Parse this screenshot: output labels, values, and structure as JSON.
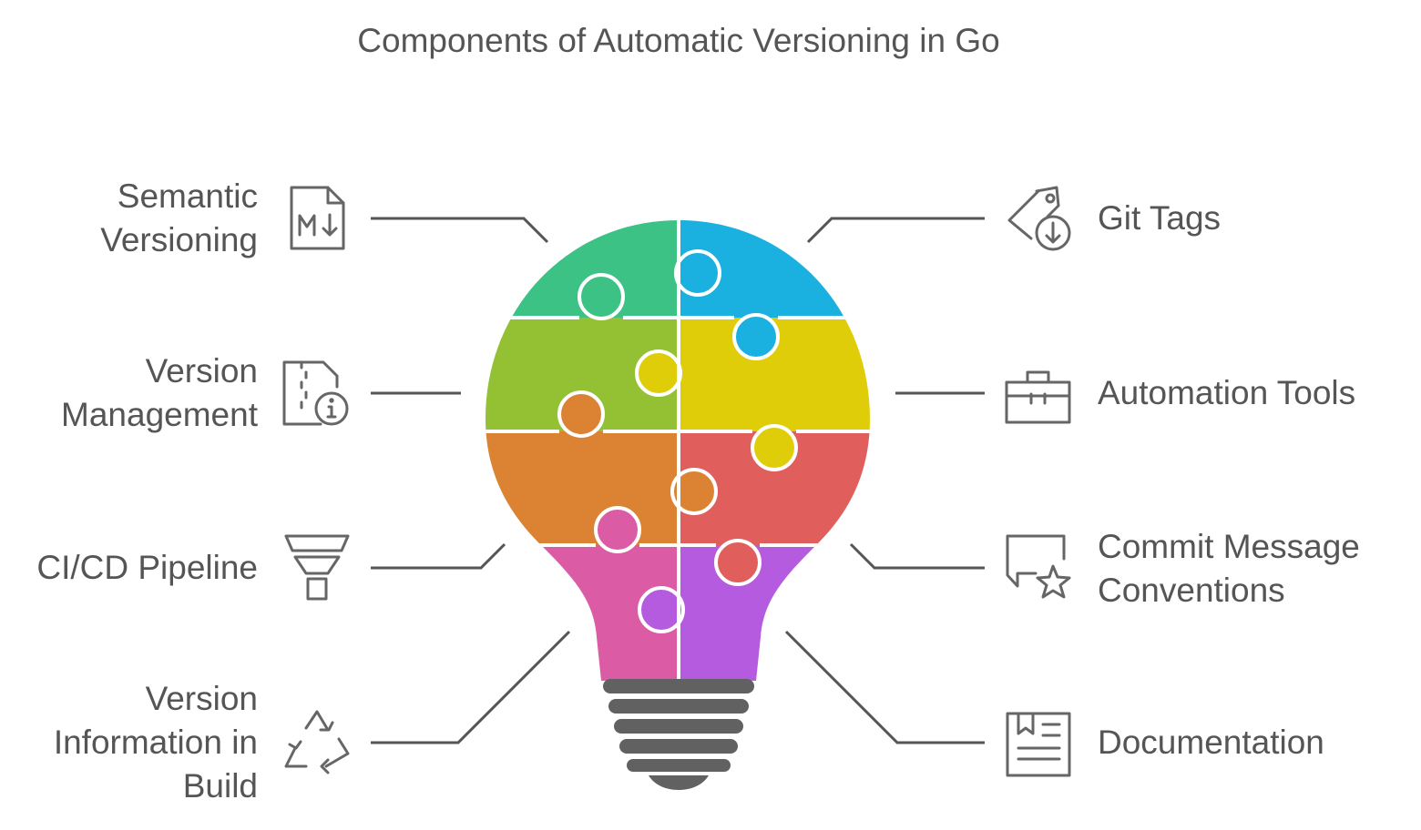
{
  "title": "Components of Automatic Versioning in Go",
  "left_items": [
    {
      "label": "Semantic Versioning",
      "icon": "markdown-file-icon"
    },
    {
      "label": "Version Management",
      "icon": "zip-file-info-icon"
    },
    {
      "label": "CI/CD Pipeline",
      "icon": "funnel-icon"
    },
    {
      "label": "Version Information in Build",
      "icon": "recycle-icon"
    }
  ],
  "right_items": [
    {
      "label": "Git Tags",
      "icon": "tag-download-icon"
    },
    {
      "label": "Automation Tools",
      "icon": "toolbox-icon"
    },
    {
      "label": "Commit Message Conventions",
      "icon": "chat-star-icon"
    },
    {
      "label": "Documentation",
      "icon": "document-icon"
    }
  ],
  "colors": {
    "text": "#555555",
    "icon": "#666666",
    "connector": "#555555",
    "segments": [
      "#3CC284",
      "#1AB0E0",
      "#94C034",
      "#E0CD0A",
      "#DB8332",
      "#E05E5B",
      "#DB5CA5",
      "#B45BE0"
    ],
    "bulb_base": "#616161"
  }
}
